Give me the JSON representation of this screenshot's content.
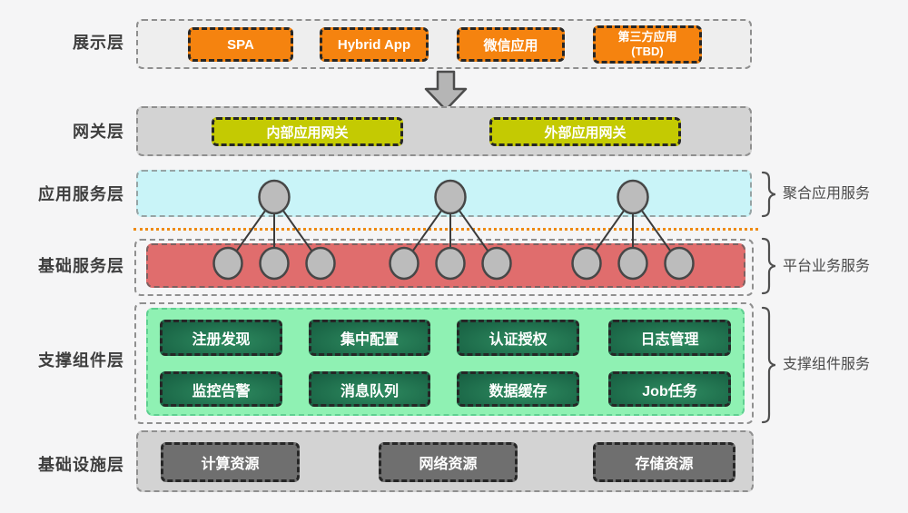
{
  "colors": {
    "background": "#f5f5f6",
    "app_node_orange": "#f5830f",
    "gateway_yellow_green": "#c4ca02",
    "app_service_cyan": "#c9f4f8",
    "base_service_red": "#e06d6d",
    "support_light_green": "#8ff1b3",
    "support_dark_green": "#1d6b4a",
    "infra_node_gray": "#6f6f6f",
    "divider_dotted_orange": "#ee8a12",
    "node_circle_gray": "#bcbcbc"
  },
  "layers": {
    "presentation": {
      "label": "展示层",
      "apps": [
        {
          "label": "SPA"
        },
        {
          "label": "Hybrid App"
        },
        {
          "label": "微信应用"
        },
        {
          "label": "第三方应用\n(TBD)"
        }
      ]
    },
    "gateway": {
      "label": "网关层",
      "gateways": [
        {
          "label": "内部应用网关"
        },
        {
          "label": "外部应用网关"
        }
      ]
    },
    "app_service": {
      "label": "应用服务层",
      "annotation": "聚合应用服务",
      "aggregate_node_count": 3
    },
    "base_service": {
      "label": "基础服务层",
      "annotation": "平台业务服务",
      "service_node_count": 9
    },
    "support": {
      "label": "支撑组件层",
      "annotation": "支撑组件服务",
      "components": [
        {
          "label": "注册发现"
        },
        {
          "label": "集中配置"
        },
        {
          "label": "认证授权"
        },
        {
          "label": "日志管理"
        },
        {
          "label": "监控告警"
        },
        {
          "label": "消息队列"
        },
        {
          "label": "数据缓存"
        },
        {
          "label": "Job任务"
        }
      ]
    },
    "infrastructure": {
      "label": "基础设施层",
      "resources": [
        {
          "label": "计算资源"
        },
        {
          "label": "网络资源"
        },
        {
          "label": "存储资源"
        }
      ]
    }
  }
}
